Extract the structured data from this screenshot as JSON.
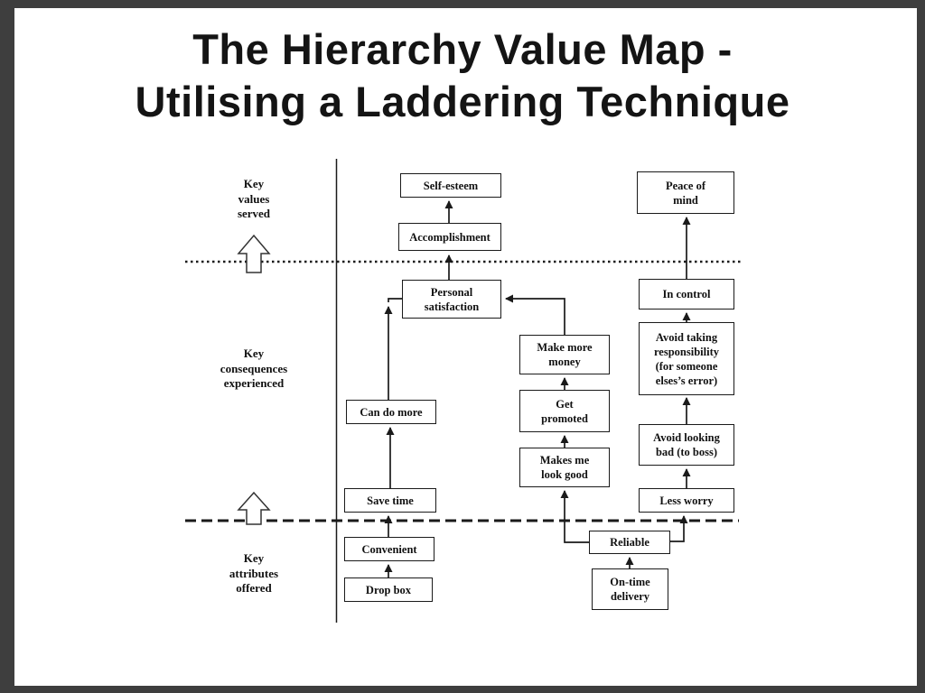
{
  "title": {
    "line1": "The Hierarchy Value Map -",
    "line2": "Utilising a Laddering Technique"
  },
  "tiers": {
    "values": "Key\nvalues\nserved",
    "consequences": "Key\nconsequences\nexperienced",
    "attributes": "Key\nattributes\noffered"
  },
  "boxes": {
    "self_esteem": "Self-esteem",
    "accomplishment": "Accomplishment",
    "personal_satisfaction": "Personal\nsatisfaction",
    "can_do_more": "Can do more",
    "save_time": "Save time",
    "convenient": "Convenient",
    "drop_box": "Drop box",
    "make_more_money": "Make more\nmoney",
    "get_promoted": "Get\npromoted",
    "makes_me_look_good": "Makes me\nlook good",
    "peace_of_mind": "Peace of\nmind",
    "in_control": "In control",
    "avoid_taking_responsibility": "Avoid taking\nresponsibility\n(for someone\nelses’s error)",
    "avoid_looking_bad": "Avoid looking\nbad (to boss)",
    "less_worry": "Less worry",
    "reliable": "Reliable",
    "on_time_delivery": "On-time\ndelivery"
  },
  "icons": {
    "tier_up_arrow": "up-block-arrow-icon"
  },
  "colors": {
    "frame": "#3e3e3e",
    "background": "#ffffff",
    "line": "#1a1a1a",
    "box_border": "#1a1a1a",
    "text": "#111111"
  }
}
